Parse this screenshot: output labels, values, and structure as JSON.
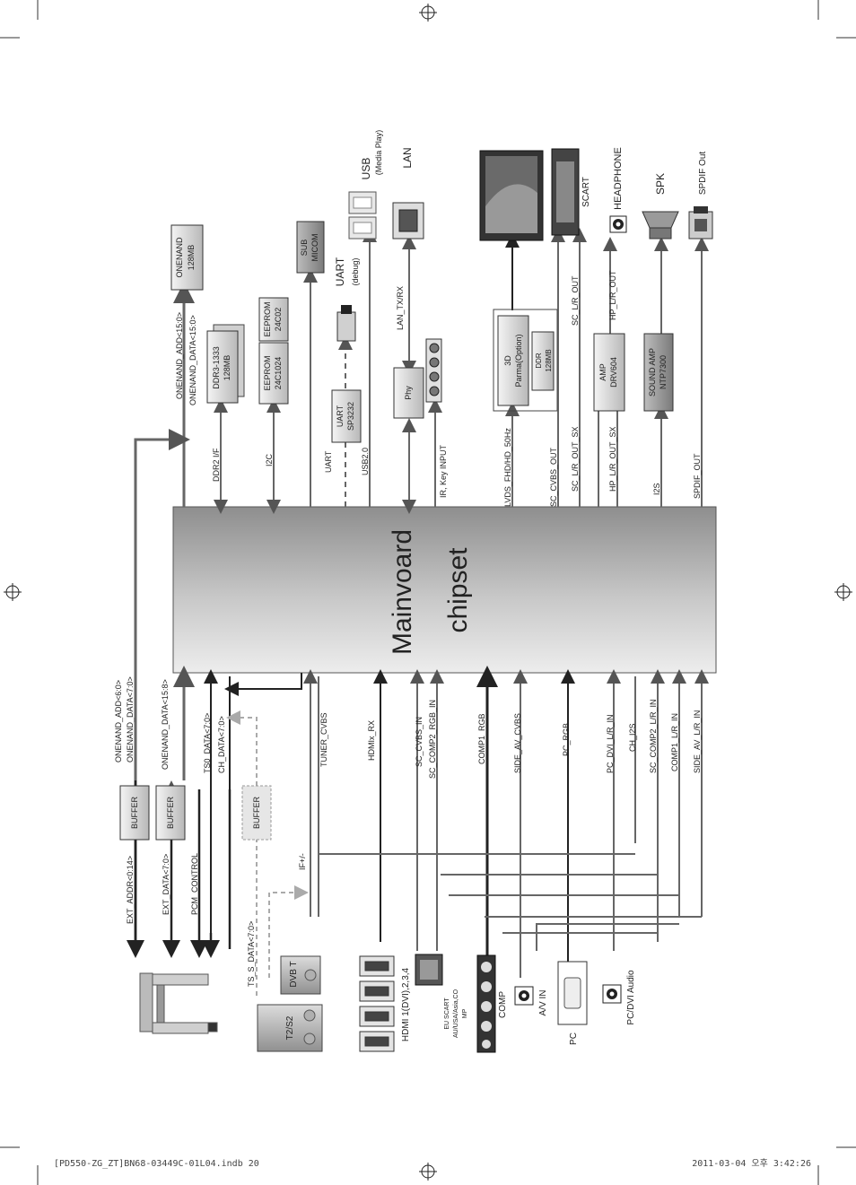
{
  "chipset": {
    "line1": "Mainvoard",
    "line2": "chipset"
  },
  "top_blocks": {
    "onenand": {
      "line1": "ONENAND",
      "line2": "128MB"
    },
    "ddr3": {
      "line1": "DDR3-1333",
      "line2": "128MB"
    },
    "eeprom1": {
      "line1": "EEPROM",
      "line2": "24C1024"
    },
    "eeprom2": {
      "line1": "EEPROM",
      "line2": "24C02"
    },
    "sub_micom": {
      "line1": "SUB",
      "line2": "MICOM"
    },
    "uart_chip": {
      "line1": "UART",
      "line2": "SP3232"
    },
    "phy": "Phy",
    "parma": {
      "line1": "3D",
      "line2": "Parma(Option)"
    },
    "ddr_parma": {
      "line1": "DDR",
      "line2": "128MB"
    },
    "amp": {
      "line1": "AMP",
      "line2": "DRV604"
    },
    "sound_amp": {
      "line1": "SOUND AMP",
      "line2": "NTP7300"
    }
  },
  "top_signals": {
    "onenand_add": "ONENAND_ADD<15:0>",
    "onenand_data": "ONENAND_DATA<15:0>",
    "ddr2_if": "DDR2 I/F",
    "i2c": "I2C",
    "uart": "UART",
    "usb2": "USB2.0",
    "ir_key": "IR, Key INPUT",
    "lan_txrx": "LAN_TX/RX",
    "lvds": "LVDS_FHD/HD_50Hz",
    "sc_cvbs_out": "SC_CVBS_OUT",
    "sc_lr_out_sx": "SC_L/R_OUT_SX",
    "hp_lr_out_sx": "HP_L/R_OUT_SX",
    "sc_lr_out": "SC_L/R_OUT",
    "hp_lr_out": "HP_L/R_OUT",
    "i2s": "I2S",
    "spdif_out": "SPDIF_OUT"
  },
  "top_devices": {
    "usb": {
      "line1": "USB",
      "line2": "(Media Play)"
    },
    "lan": "LAN",
    "uart_debug": {
      "line1": "UART",
      "line2": "(debug)"
    },
    "scart": "SCART",
    "headphone": "HEADPHONE",
    "spk": "SPK",
    "spdif": "SPDIF Out"
  },
  "bottom_signals": {
    "ext_add": "ONENAND_ADD<6:0>",
    "ext_data": "ONENAND_DATA<7:0>",
    "onenand_data_hi": "ONENAND_DATA<15:8>",
    "ts0_data": "TS0_DATA<7:0>",
    "ch_data": "CH_DATA<7:0>",
    "tuner_cvbs": "TUNER_CVBS",
    "hdmi_rx": "HDMIx_RX",
    "sc_cvbs_in": "SC_CVBS_IN",
    "sc_comp2_rgb_in": "SC_COMP2_RGB_IN",
    "comp1_rgb": "COMP1_RGB",
    "side_av_cvbs": "SIDE_AV_CVBS",
    "pc_rgb": "PC_RGB",
    "pc_dvi_lr_in": "PC_DVI_L/R_IN",
    "ch_i2s": "CH_I2S",
    "sc_comp2_lr_in": "SC_COMP2_L/R_IN",
    "comp1_lr_in": "COMP1_L/R_IN",
    "side_av_lr_in": "SIDE_AV_L/R_IN"
  },
  "bottom_lower_signals": {
    "ext_addr": "EXT_ADDR<0:14>",
    "ext_data": "EXT_DATA<7:0>",
    "pcm_control": "PCM_CONTROL",
    "ts_s_data": "TS_S_DATA<7:0>",
    "if": "IF+/-"
  },
  "buffers": {
    "b1": "BUFFER",
    "b2": "BUFFER",
    "b3": "BUFFER"
  },
  "bottom_devices": {
    "dvb_t": "DVB T",
    "t2s2": "T2/S2",
    "hdmi": "HDMI 1(DVI),2,3,4",
    "eu_scart": {
      "line1": "EU SCART",
      "line2": "AU/USA/Asia,CO",
      "line3": "MP"
    },
    "comp": "COMP",
    "av_in": "A/V IN",
    "pc": "PC",
    "pc_dvi_audio": "PC/DVI  Audio"
  },
  "footer": {
    "left": "[PD550-ZG_ZT]BN68-03449C-01L04.indb   20",
    "right": "2011-03-04   오후 3:42:26"
  }
}
